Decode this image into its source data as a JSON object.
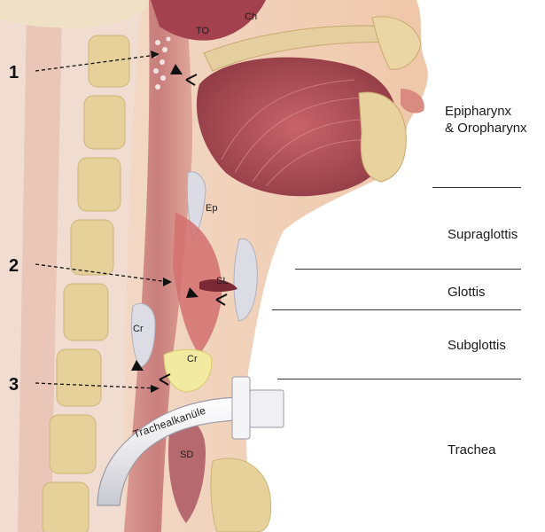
{
  "structure_labels": {
    "to": "TO",
    "ch": "Ch",
    "ep": "Ep",
    "sl": "SL",
    "cr_posterior": "Cr",
    "cr_anterior": "Cr",
    "sd": "SD",
    "tube": "Trachealkanüle"
  },
  "markers": {
    "m1": "1",
    "m2": "2",
    "m3": "3"
  },
  "regions": {
    "epi_line1": "Epipharynx",
    "epi_line2": "& Oropharynx",
    "supraglottis": "Supraglottis",
    "glottis": "Glottis",
    "subglottis": "Subglottis",
    "trachea": "Trachea"
  },
  "colors": {
    "skin": "#f0c9a8",
    "tissue": "#e8b49a",
    "mucosa": "#c96a6a",
    "bone": "#e8d7a8",
    "tongue": "#b34b52",
    "tube": "#efeff1"
  }
}
